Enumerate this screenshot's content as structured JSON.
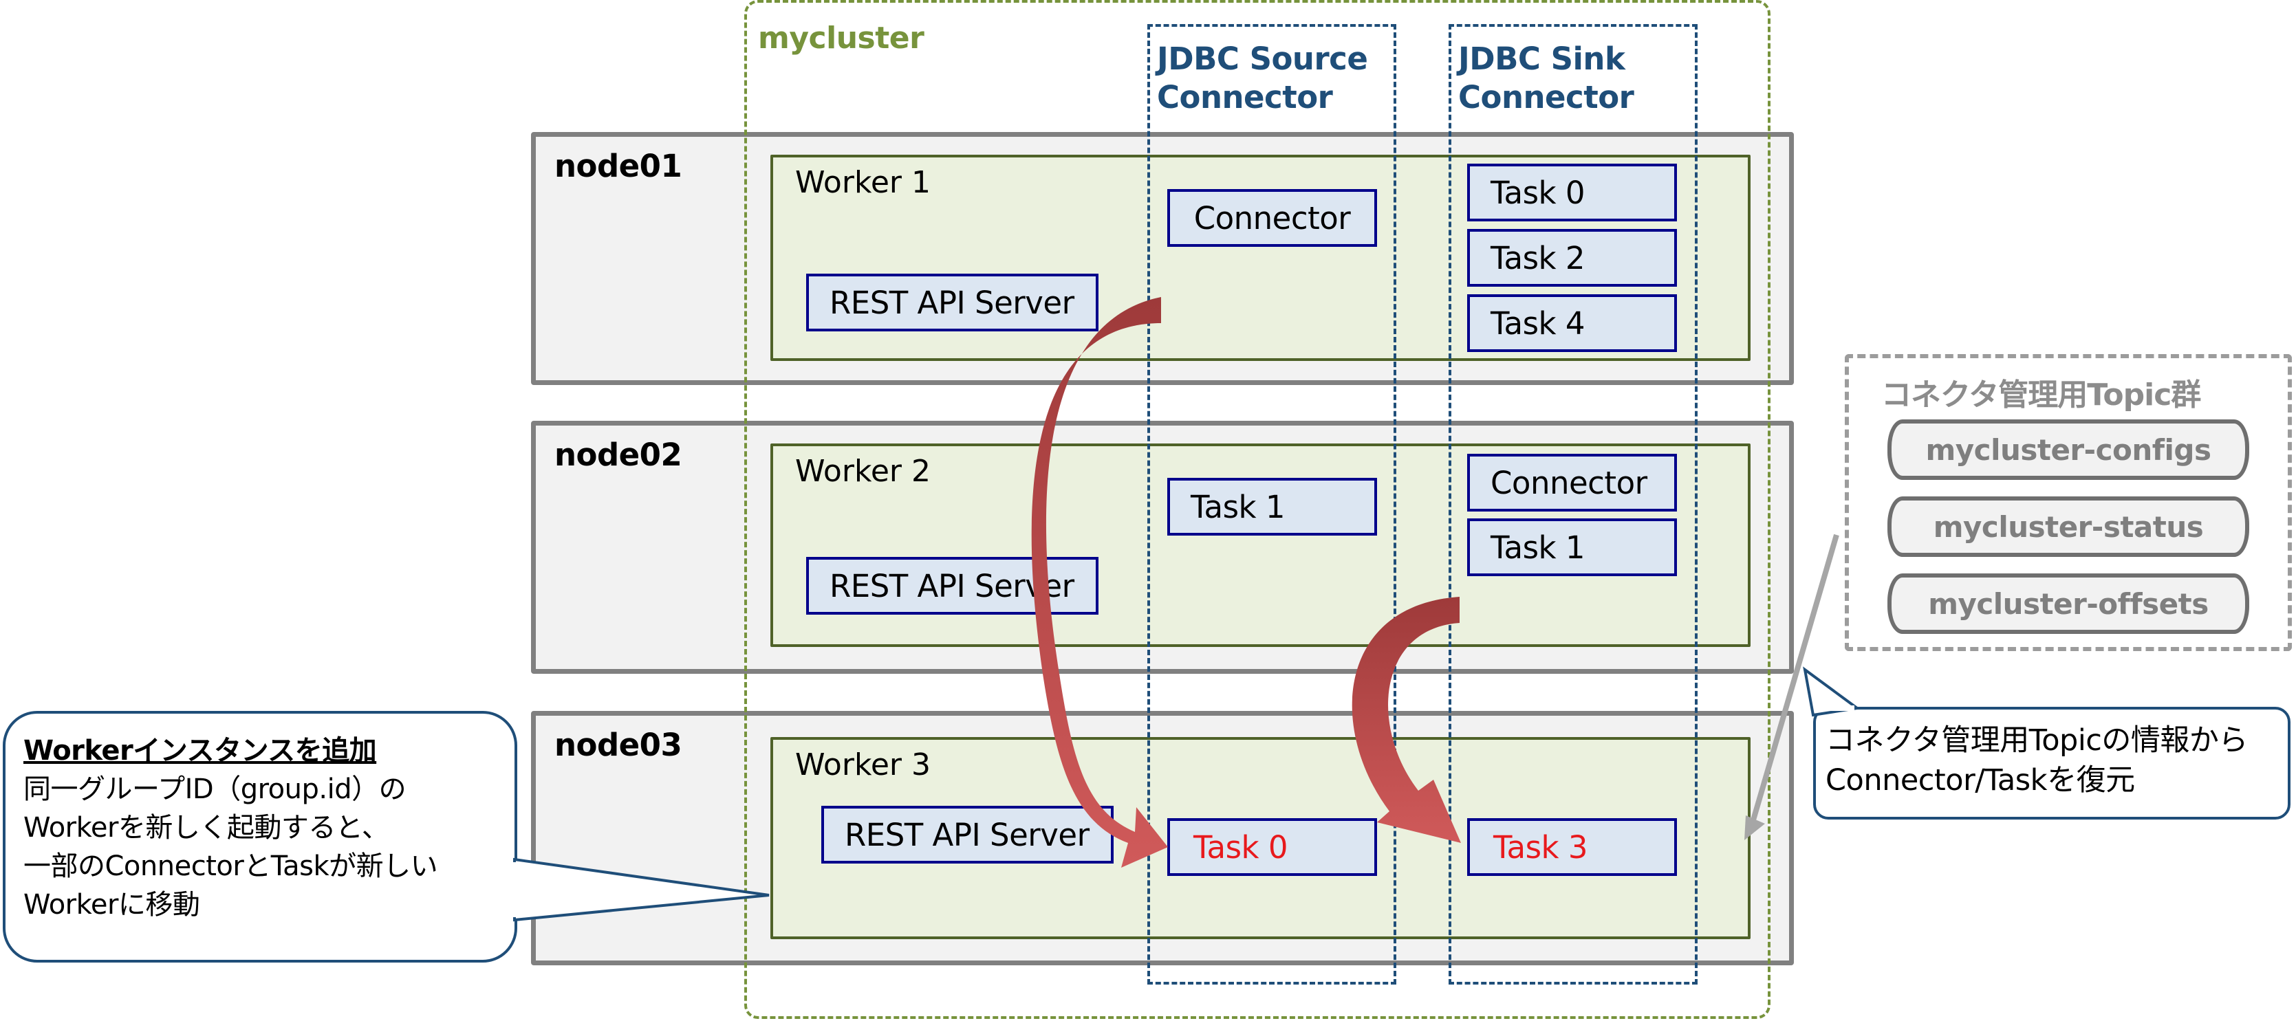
{
  "cluster": {
    "label": "mycluster"
  },
  "columns": {
    "source": {
      "line1": "JDBC Source",
      "line2": "Connector"
    },
    "sink": {
      "line1": "JDBC Sink",
      "line2": "Connector"
    }
  },
  "nodes": [
    {
      "label": "node01",
      "worker": "Worker 1",
      "rest": "REST API Server",
      "source": [
        "Connector"
      ],
      "sink": [
        "Task 0",
        "Task 2",
        "Task 4"
      ]
    },
    {
      "label": "node02",
      "worker": "Worker 2",
      "rest": "REST API Server",
      "source": [
        "Task 1"
      ],
      "sink": [
        "Connector",
        "Task 1"
      ]
    },
    {
      "label": "node03",
      "worker": "Worker 3",
      "rest": "REST API Server",
      "source": [
        "Task 0"
      ],
      "sink": [
        "Task 3"
      ]
    }
  ],
  "topics": {
    "title": "コネクタ管理用Topic群",
    "items": [
      "mycluster-configs",
      "mycluster-status",
      "mycluster-offsets"
    ]
  },
  "callout_left": {
    "heading": "Workerインスタンスを追加",
    "lines": [
      "同一グループID（group.id）の",
      "Workerを新しく起動すると、",
      "一部のConnectorとTaskが新しい",
      "Workerに移動"
    ]
  },
  "callout_right": {
    "lines": [
      "コネクタ管理用Topicの情報から",
      "Connector/Taskを復元"
    ]
  },
  "colors": {
    "moved_task_text": "#e8191c",
    "arrow": "#b04040",
    "box_fill": "#dce6f2",
    "worker_fill": "#ebf1de",
    "node_fill": "#f2f2f2"
  }
}
